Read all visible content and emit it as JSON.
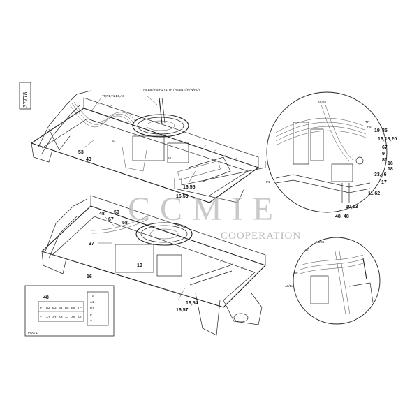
{
  "drawing_number": "37778",
  "watermark": {
    "brand": "CCMIE",
    "sub": "COOPERATION"
  },
  "top_view": {
    "labels": {
      "tp_line": "TP,P1,T1,B6,A6",
      "a5_block": "A5,B5 / P5,P1,T1,TP / A4,B4 T(R/W/HD)",
      "n53": "53",
      "n43": "43",
      "n1655": "16,55",
      "n1653": "16,53",
      "a1": "A1",
      "b1": "B1"
    }
  },
  "bottom_view": {
    "labels": {
      "n48": "48",
      "n59": "59",
      "n67": "67",
      "n58": "58",
      "n37": "37",
      "n16": "16",
      "n19": "19",
      "n1654": "16,54",
      "n1657": "16,57"
    }
  },
  "detail_upper": {
    "labels": {
      "n19": "19",
      "n35": "35",
      "n161820": "16,18,20",
      "n67": "67",
      "n9": "9",
      "n81": "81",
      "n16": "16",
      "n18": "18",
      "n3346": "33,46",
      "n17": "17",
      "n1162": "11,62",
      "n1013": "10,13",
      "n48a": "48",
      "n48b": "48",
      "p1": "P1",
      "a5b5": "A5/B5",
      "tp": "TP",
      "p5": "P5"
    }
  },
  "detail_lower": {
    "labels": {
      "a5b6": "A5/B6",
      "a6": "A6",
      "b6": "B6",
      "a5b4": "A5/B4"
    }
  },
  "schematic": {
    "title": "48",
    "top_row": [
      "P",
      "B2",
      "B3",
      "B4",
      "B5",
      "B6",
      "TP"
    ],
    "bottom_row": [
      "T",
      "A1",
      "A2",
      "A3",
      "A4",
      "A5",
      "A6"
    ],
    "side_labels": [
      "TS",
      "A1",
      "B1",
      "P",
      "T"
    ],
    "footer": "POG 1"
  }
}
